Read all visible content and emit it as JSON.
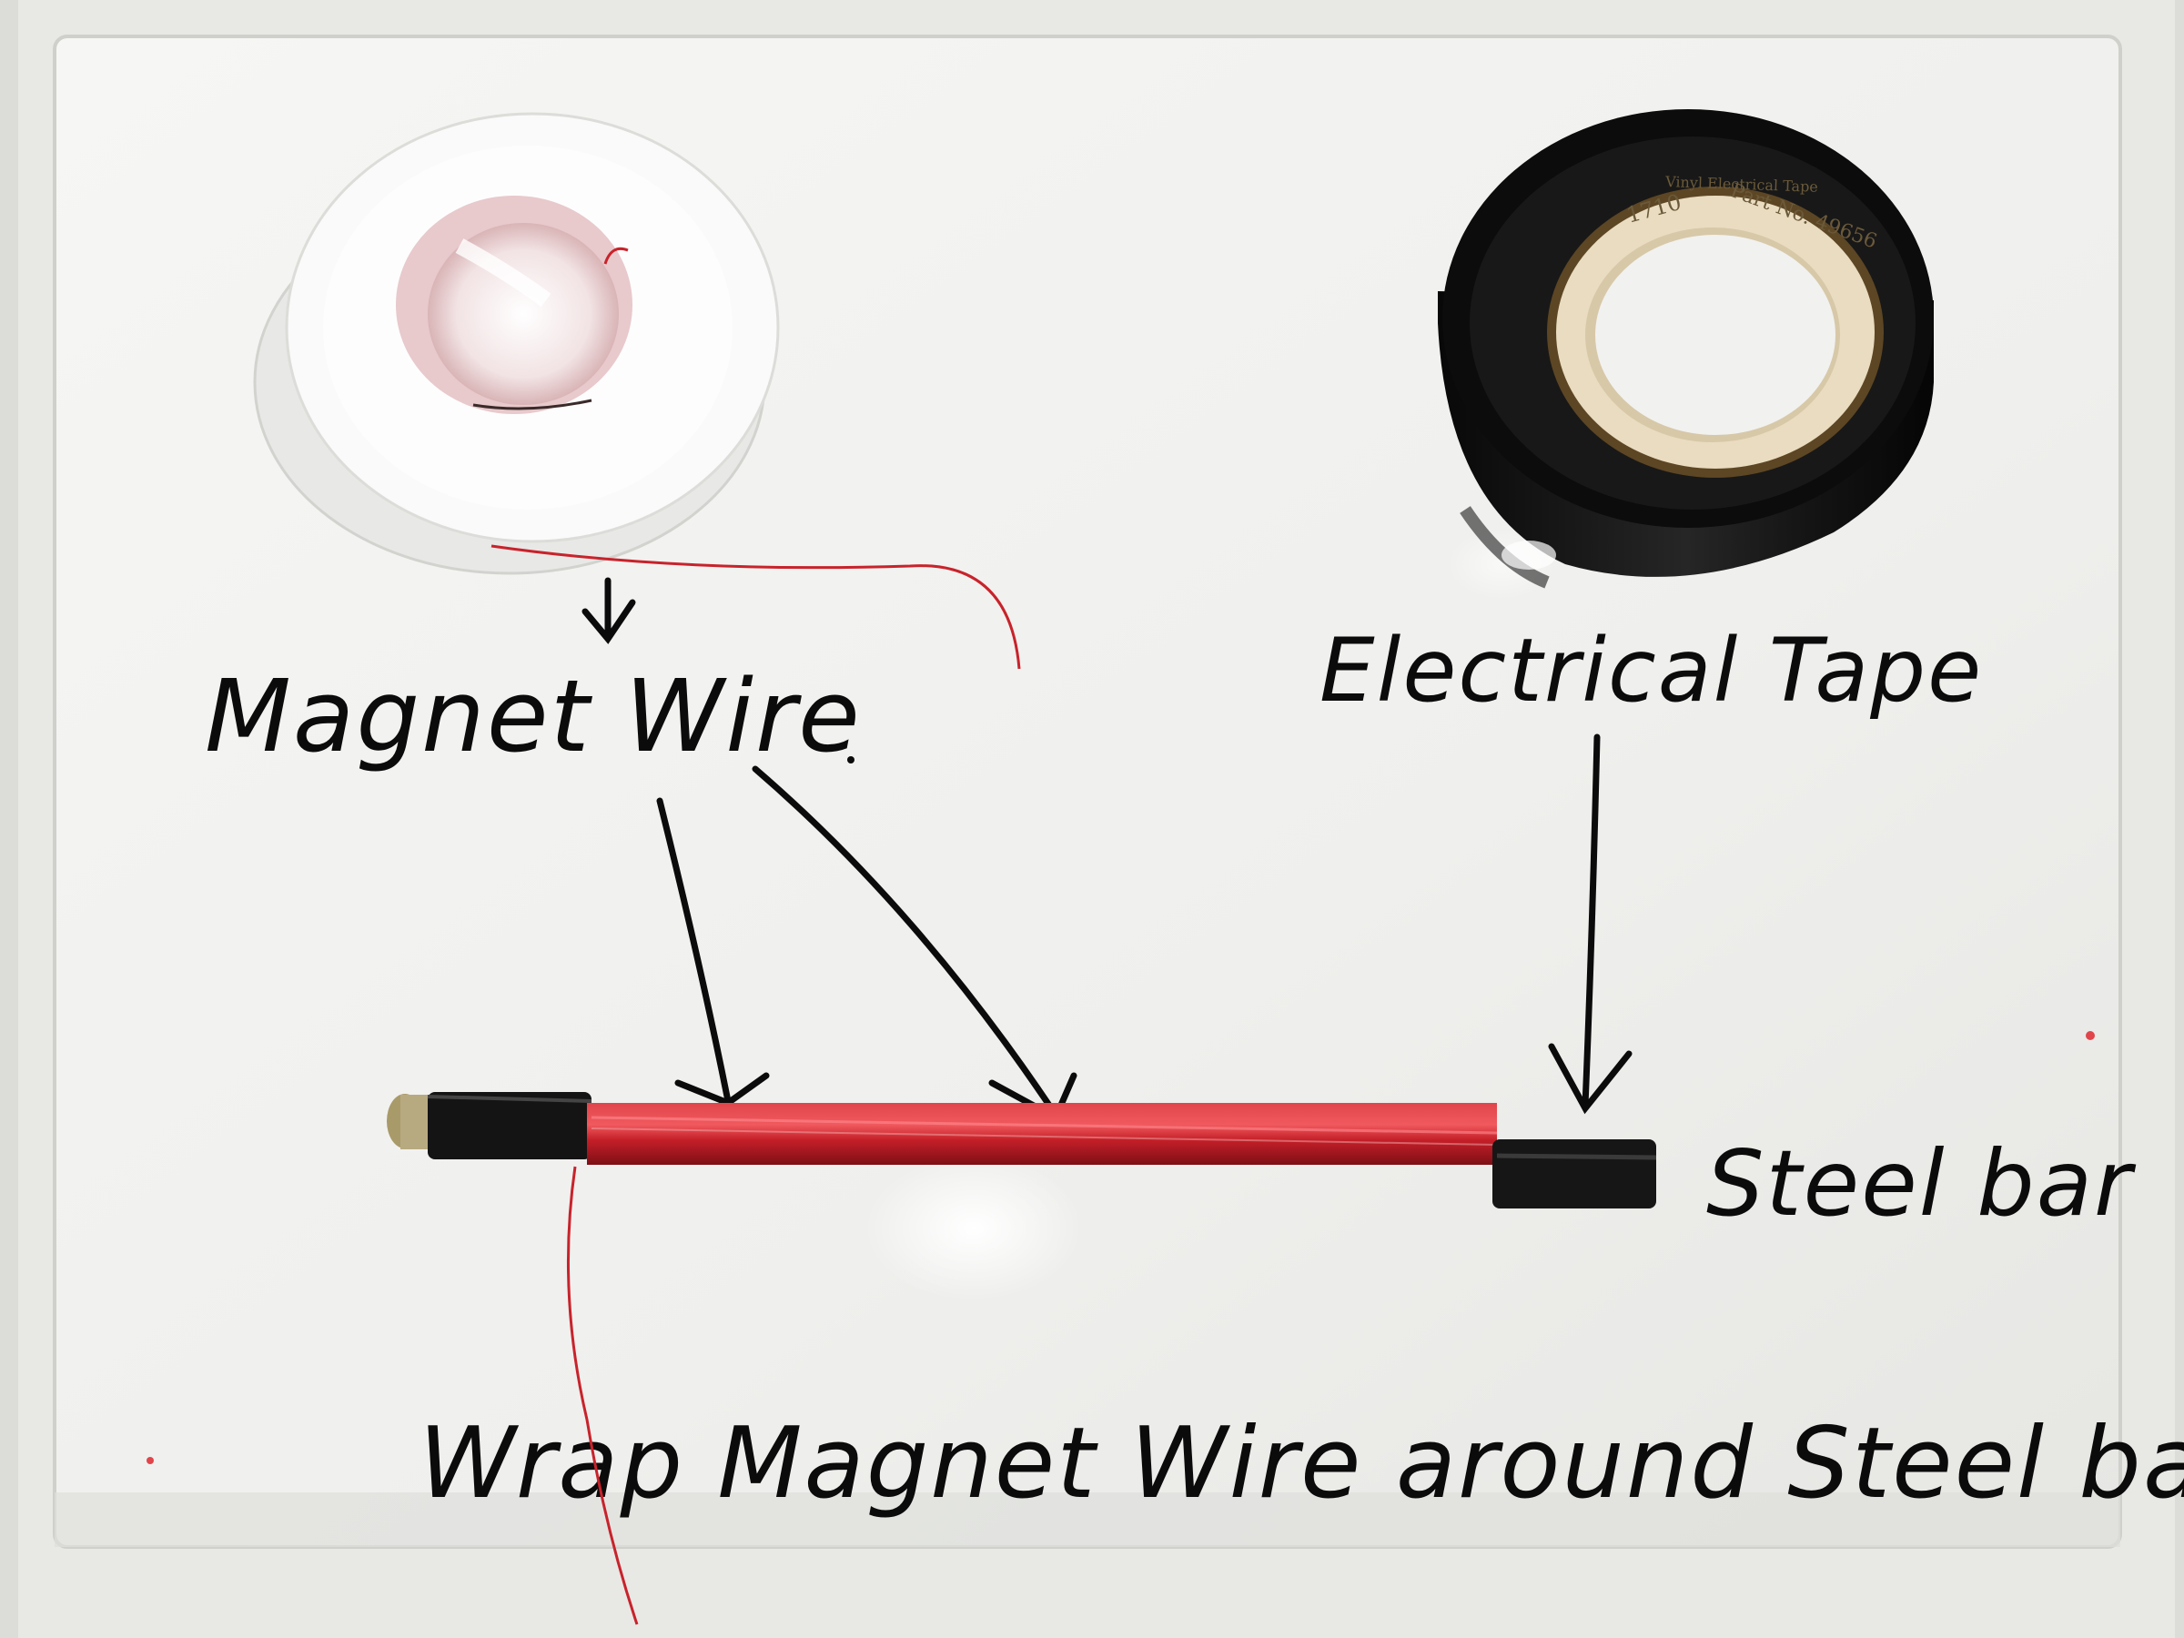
{
  "labels": {
    "magnet_wire": "Magnet Wire",
    "electrical_tape": "Electrical Tape",
    "steel_bar": "Steel bar",
    "instruction": "Wrap Magnet Wire around Steel bar."
  },
  "tape_core_print": {
    "part_no": "Part No. 49656",
    "product": "1710",
    "type": "Vinyl Electrical Tape"
  },
  "colors": {
    "whiteboard": "#f1f1ef",
    "frame": "#e4e4e1",
    "copper_wire": "#c8232b",
    "tape_black": "#111111",
    "marker_ink": "#0b0b0b",
    "spool": "#f7f7f6",
    "tape_core": "#e9dcc0"
  }
}
